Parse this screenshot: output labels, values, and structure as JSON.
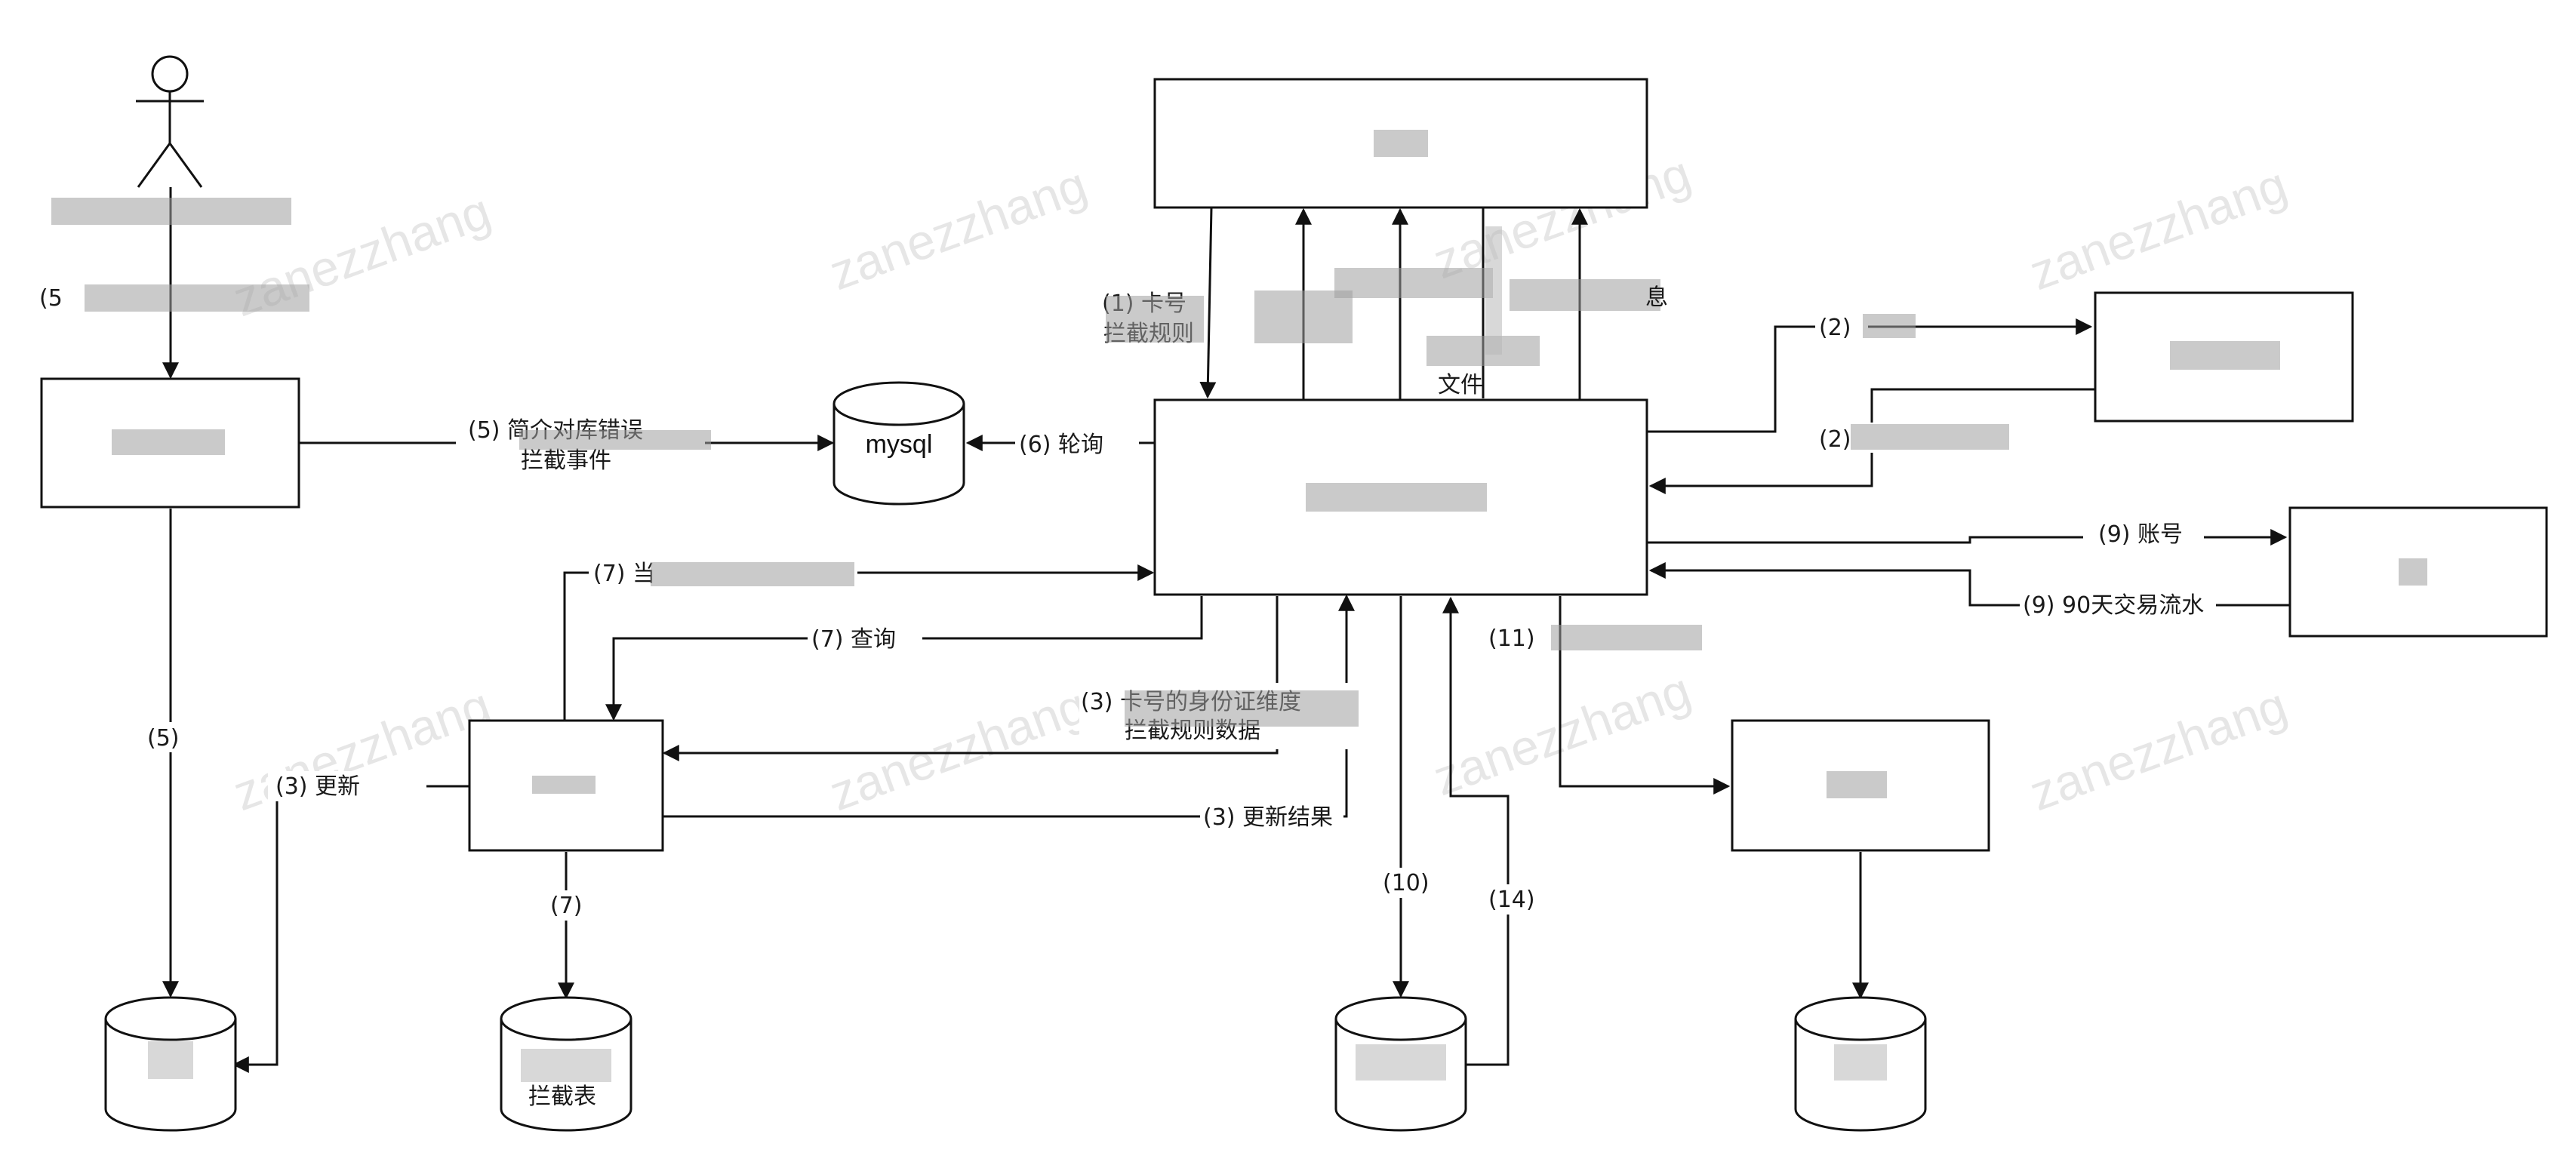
{
  "watermark": "zanezzhang",
  "labels": {
    "partial_5_top": "(5",
    "label_5_mysql_a": "(5) 简介对库错误",
    "label_5_mysql_b": "拦截事件",
    "label_5_down": "(5)",
    "mysql": "mysql",
    "label_6": "(6) 轮询",
    "label_1_a": "(1) 卡号",
    "label_1_b": "拦截规则",
    "label_dup": "息",
    "label_aux": "文件",
    "label_2_top": "(2)",
    "label_2_bottom": "(2)",
    "label_9_account": "(9) 账号",
    "label_9_flow": "(9) 90天交易流水",
    "label_7_top": "(7) 当",
    "label_7_query": "(7) 查询",
    "label_3_a": "(3) 卡号的身份证维度",
    "label_3_b": "拦截规则数据",
    "label_3_update": "(3) 更新",
    "label_3_result": "(3) 更新结果",
    "label_7_down": "(7)",
    "label_intercept_table": "拦截表",
    "label_11": "(11)",
    "label_10": "(10)",
    "label_14": "(14)"
  }
}
